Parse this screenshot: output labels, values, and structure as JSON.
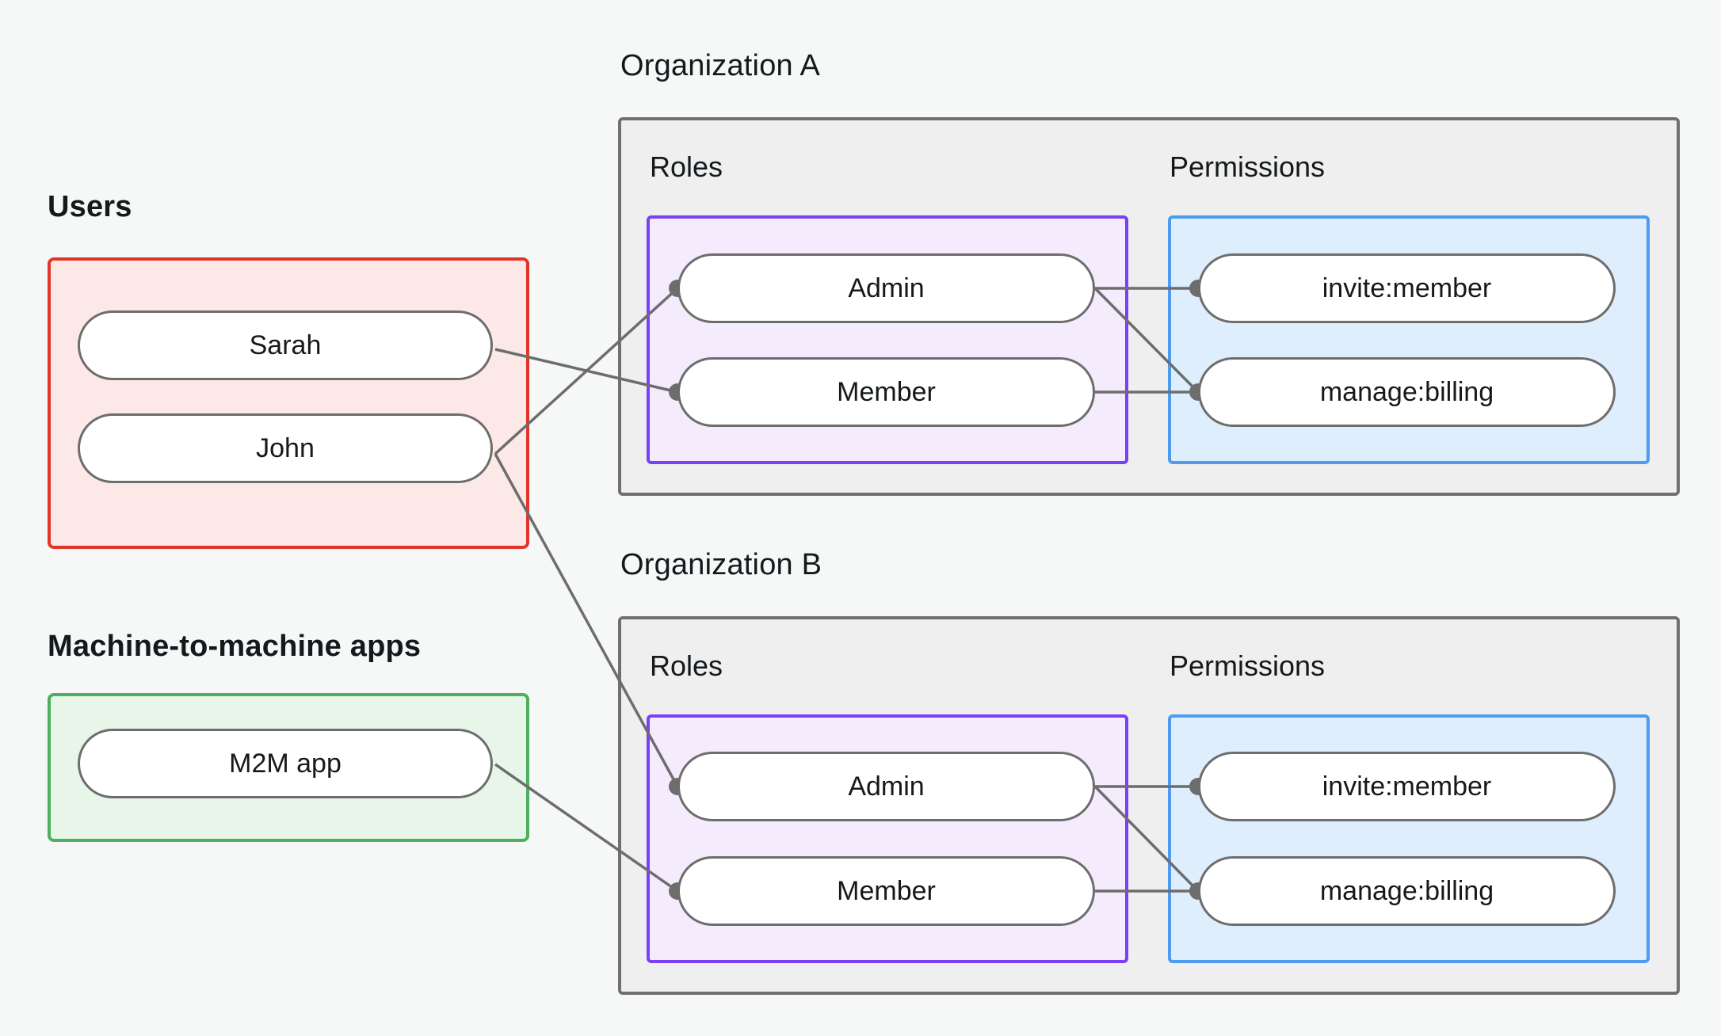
{
  "diagram": {
    "title_users": "Users",
    "title_m2m": "Machine-to-machine apps",
    "title_org_a": "Organization A",
    "title_org_b": "Organization B",
    "subtitle_roles": "Roles",
    "subtitle_permissions": "Permissions"
  },
  "users": {
    "label": "Users",
    "items": [
      {
        "name": "Sarah"
      },
      {
        "name": "John"
      }
    ]
  },
  "m2m": {
    "label": "Machine-to-machine apps",
    "items": [
      {
        "name": "M2M app"
      }
    ]
  },
  "organizations": [
    {
      "name": "Organization A",
      "roles_label": "Roles",
      "permissions_label": "Permissions",
      "roles": [
        {
          "name": "Admin"
        },
        {
          "name": "Member"
        }
      ],
      "permissions": [
        {
          "name": "invite:member"
        },
        {
          "name": "manage:billing"
        }
      ]
    },
    {
      "name": "Organization B",
      "roles_label": "Roles",
      "permissions_label": "Permissions",
      "roles": [
        {
          "name": "Admin"
        },
        {
          "name": "Member"
        }
      ],
      "permissions": [
        {
          "name": "invite:member"
        },
        {
          "name": "manage:billing"
        }
      ]
    }
  ],
  "connections": [
    {
      "from": "Sarah",
      "to": "Organization A / Member"
    },
    {
      "from": "John",
      "to": "Organization A / Admin"
    },
    {
      "from": "John",
      "to": "Organization B / Admin"
    },
    {
      "from": "M2M app",
      "to": "Organization B / Member"
    },
    {
      "from": "Organization A / Admin",
      "to": "Organization A / invite:member"
    },
    {
      "from": "Organization A / Admin",
      "to": "Organization A / manage:billing"
    },
    {
      "from": "Organization A / Member",
      "to": "Organization A / manage:billing"
    },
    {
      "from": "Organization B / Admin",
      "to": "Organization B / invite:member"
    },
    {
      "from": "Organization B / Admin",
      "to": "Organization B / manage:billing"
    },
    {
      "from": "Organization B / Member",
      "to": "Organization B / manage:billing"
    }
  ],
  "colors": {
    "background": "#f6f8f8",
    "org_border": "#707070",
    "org_fill": "#eeefee",
    "roles_border": "#7b3ff5",
    "roles_fill": "#f4ecfd",
    "permissions_border": "#4e9bf0",
    "permissions_fill": "#dfeefd",
    "users_border": "#e1352a",
    "users_fill": "#fce9e7",
    "m2m_border": "#4caf61",
    "m2m_fill": "#e7f6e9",
    "pill_border": "#6d6d6d",
    "edge": "#6d6d6d",
    "text": "#15191c"
  }
}
